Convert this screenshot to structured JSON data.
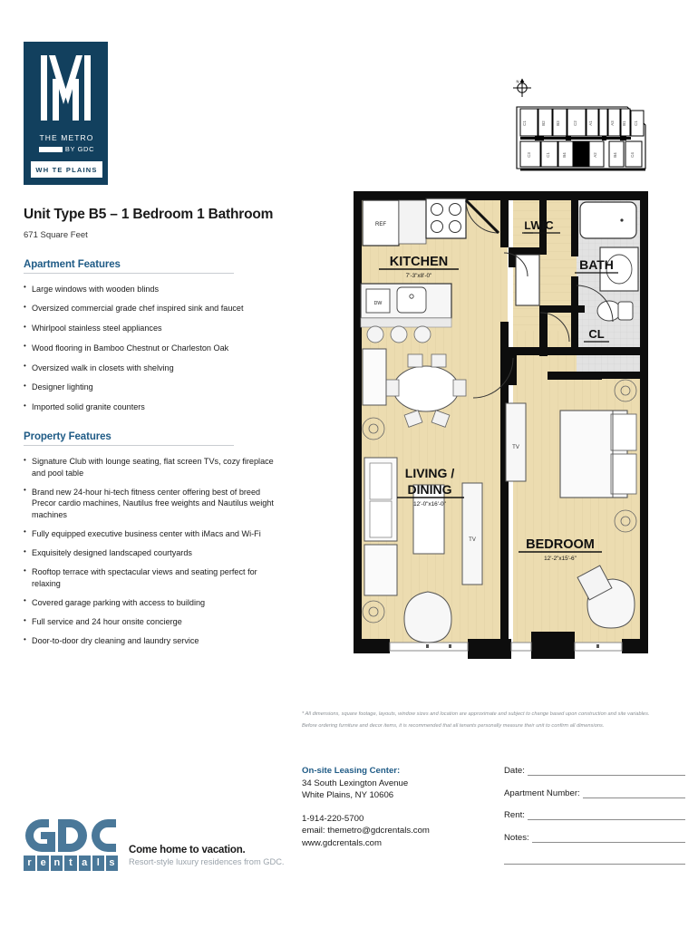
{
  "brand": {
    "logo_metro": "THE METRO",
    "logo_by": "BY GDC",
    "logo_city": "WH TE PLAINS"
  },
  "unit": {
    "title": "Unit Type B5 – 1 Bedroom 1 Bathroom",
    "square_feet": "671 Square Feet"
  },
  "sections": {
    "apartment_features_heading": "Apartment Features",
    "property_features_heading": "Property Features"
  },
  "apartment_features": [
    "Large windows with wooden blinds",
    "Oversized commercial grade chef inspired sink and faucet",
    "Whirlpool stainless steel appliances",
    "Wood flooring in Bamboo Chestnut or Charleston Oak",
    "Oversized walk in closets with shelving",
    "Designer lighting",
    "Imported solid granite counters"
  ],
  "property_features": [
    "Signature Club with lounge seating, flat screen TVs, cozy fireplace and pool table",
    "Brand new 24-hour hi-tech fitness center offering best of breed Precor cardio machines, Nautilus free weights and Nautilus weight machines",
    "Fully equipped executive business center with iMacs and Wi-Fi",
    "Exquisitely designed landscaped courtyards",
    "Rooftop terrace with spectacular views and seating perfect for relaxing",
    "Covered garage parking with access to building",
    "Full service and 24 hour onsite concierge",
    "Door-to-door dry cleaning and laundry service"
  ],
  "floorplan": {
    "rooms": [
      {
        "name": "KITCHEN",
        "dims": "7'-3\"x8'-0\""
      },
      {
        "name": "WIC",
        "dims": ""
      },
      {
        "name": "BATH",
        "dims": ""
      },
      {
        "name": "CL",
        "dims": ""
      },
      {
        "name": "L",
        "dims": ""
      },
      {
        "name": "LIVING /",
        "dims": ""
      },
      {
        "name": "DINING",
        "dims": "12'-0\"x16'-0\""
      },
      {
        "name": "BEDROOM",
        "dims": "12'-2\"x15'-6\""
      }
    ],
    "appliance_labels": {
      "refrigerator": "REF",
      "dishwasher": "DW",
      "tv": "TV"
    },
    "north_label": "N"
  },
  "disclaimer": {
    "line1": "* All dimensions, square footage, layouts, window sizes and location are approximate and subject to change based upon construction and site variables.",
    "line2": "Before ordering furniture and decor items, it is recommended that all tenants personally measure their unit to confirm all dimensions."
  },
  "leasing": {
    "heading": "On-site Leasing Center:",
    "address1": "34 South Lexington Avenue",
    "address2": "White Plains, NY 10606",
    "phone": "1-914-220-5700",
    "email": "email: themetro@gdcrentals.com",
    "website": "www.gdcrentals.com"
  },
  "form": {
    "date_label": "Date:",
    "apartment_label": "Apartment Number:",
    "rent_label": "Rent:",
    "notes_label": "Notes:"
  },
  "footer": {
    "gdc_word": "GDC",
    "rentals_letters": [
      "r",
      "e",
      "n",
      "t",
      "a",
      "l",
      "s"
    ],
    "tagline": "Come home to vacation.",
    "subtagline": "Resort-style luxury residences from GDC."
  },
  "colors": {
    "brand_navy": "#12405e",
    "heading_blue": "#1f5b86",
    "gdc_blue": "#4a7899",
    "floor_fill": "#ecdcb0"
  }
}
